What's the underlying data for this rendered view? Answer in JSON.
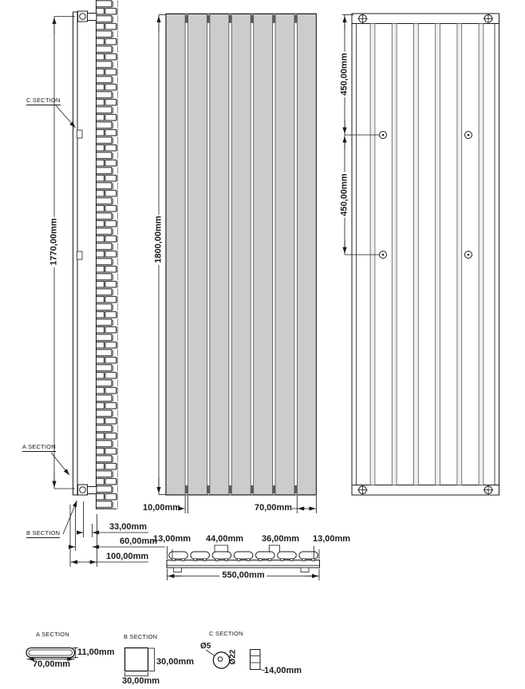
{
  "radiator": {
    "panel_count": 7
  },
  "views": {
    "side": {
      "height_dim": "1770,00mm",
      "callouts": {
        "a": "A SECTION",
        "b": "B SECTION",
        "c": "C SECTION"
      },
      "depth_dims": [
        "33,00mm",
        "60,00mm",
        "100,00mm"
      ]
    },
    "front": {
      "height_dim": "1800,00mm",
      "gap_dim": "10,00mm",
      "panel_dim": "70,00mm"
    },
    "plan": {
      "dims": [
        "13,00mm",
        "44,00mm",
        "36,00mm",
        "13,00mm"
      ],
      "width_dim": "550,00mm"
    },
    "back": {
      "dims": [
        "450,00mm",
        "450,00mm"
      ]
    }
  },
  "sections": {
    "a": {
      "label": "A SECTION",
      "width": "70,00mm",
      "height": "11,00mm"
    },
    "b": {
      "label": "B SECTION",
      "width": "30,00mm",
      "height": "30,00mm"
    },
    "c": {
      "label": "C SECTION",
      "hole_dia": "Ø5",
      "disc_dia": "Ø22",
      "thickness": "14,00mm"
    }
  },
  "colors": {
    "line": "#1a1a1a",
    "panel_gray": "#cccccc",
    "panel_edge": "#4d4d4d",
    "connector_dark": "#5a5a5a",
    "shadow_gray": "#999999",
    "background": "#ffffff"
  }
}
